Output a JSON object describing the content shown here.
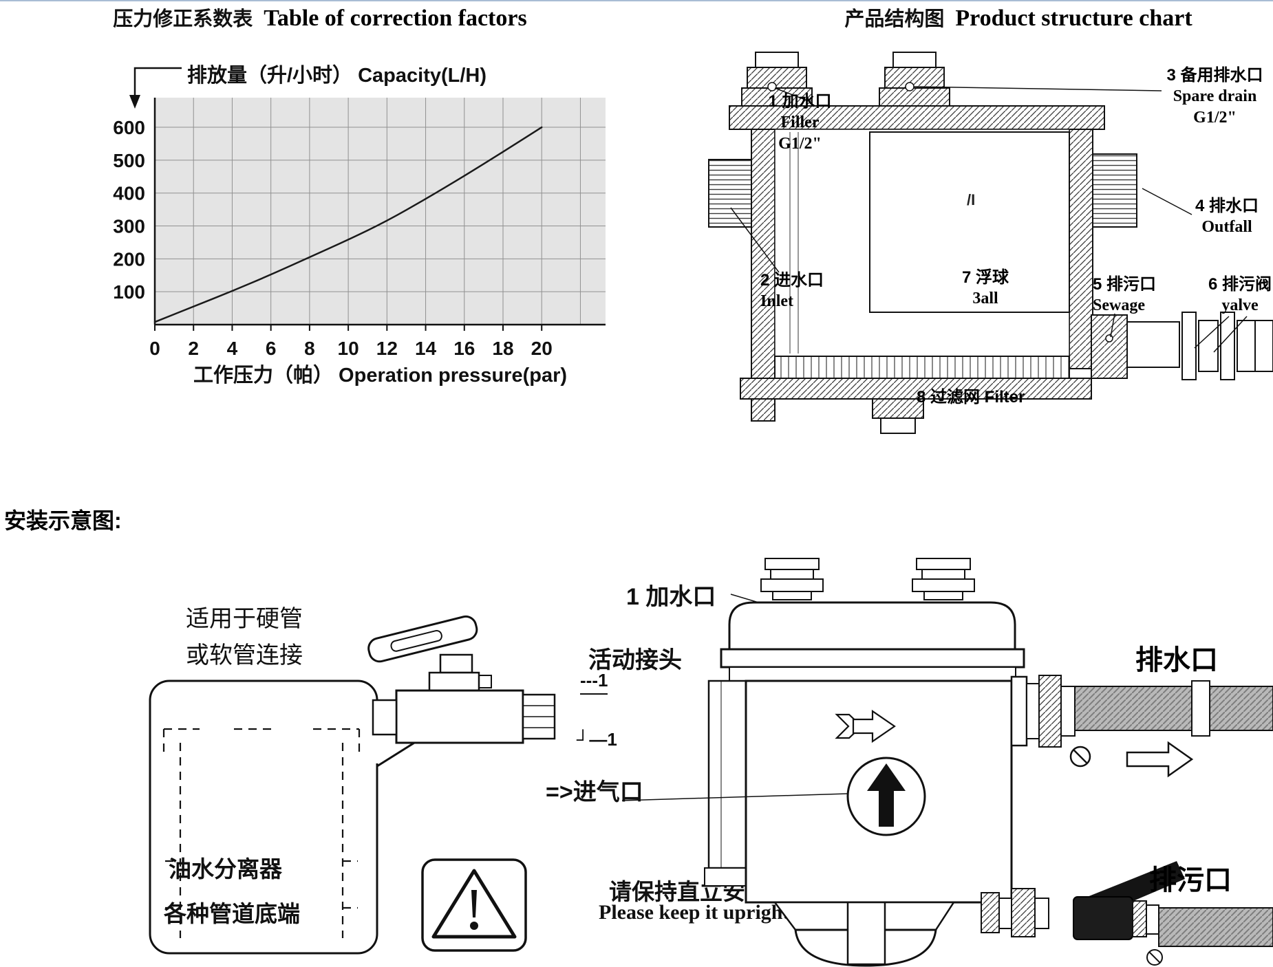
{
  "page": {
    "bg": "#ffffff",
    "top_rule_color": "#a8bcd4"
  },
  "correction_section": {
    "title_zh": "压力修正系数表",
    "title_en": "Table of correction factors",
    "capacity_label": "排放量（升/小时）  Capacity(L/H)",
    "pressure_label": "工作压力（帕） Operation pressure(par)"
  },
  "chart_data": {
    "type": "line",
    "title": "压力修正系数表 Table of correction factors",
    "xlabel": "工作压力（帕） Operation pressure(par)",
    "ylabel": "排放量（升/小时） Capacity(L/H)",
    "x": [
      0,
      2,
      4,
      6,
      8,
      10,
      12,
      14,
      16,
      18,
      20
    ],
    "values": [
      8,
      55,
      102,
      152,
      205,
      258,
      315,
      382,
      452,
      525,
      600
    ],
    "x_ticks": [
      0,
      2,
      4,
      6,
      8,
      10,
      12,
      14,
      16,
      18,
      20
    ],
    "y_ticks": [
      100,
      200,
      300,
      400,
      500,
      600
    ],
    "xlim": [
      0,
      23.3
    ],
    "ylim": [
      0,
      690
    ],
    "grid": true,
    "legend": false,
    "plot_bg": "#e4e4e4",
    "grid_color": "#909090",
    "line_color": "#1a1a1a"
  },
  "structure_section": {
    "title_zh": "产品结构图",
    "title_en": "Product structure chart",
    "label1": {
      "l1": "1 加水口",
      "l2": "Filler",
      "l3": "G1/2\""
    },
    "label2": {
      "l1": "2 进水口",
      "l2": "Inlet"
    },
    "label3": {
      "l1": "3 备用排水口",
      "l2": "Spare drain",
      "l3": "G1/2\""
    },
    "label4": {
      "l1": "4 排水口",
      "l2": "Outfall"
    },
    "label5": {
      "l1": "5 排污口",
      "l2": "Sewage"
    },
    "label6": {
      "l1": "6 排污阀",
      "l2": "yalve"
    },
    "label7": {
      "l1": "7 浮球",
      "l2": "3all"
    },
    "label8": "8 过滤网 Filter",
    "stray_mark": "/I"
  },
  "install_section": {
    "heading": "安装示意图:",
    "pipe_note_line1": "适用于硬管",
    "pipe_note_line2": "或软管连接",
    "separator_text": "油水分离器",
    "pipe_end_text": "各种管道底端",
    "union_label": "活动接头",
    "callout_a": "---1",
    "callout_b": "┘—1",
    "air_inlet_label": "=>进气口",
    "upright_zh": "请保持直立安装",
    "upright_en": "Please keep it upright",
    "filler_callout": "1 加水口",
    "outfall_label": "排水口",
    "sewage_label": "排污口"
  }
}
